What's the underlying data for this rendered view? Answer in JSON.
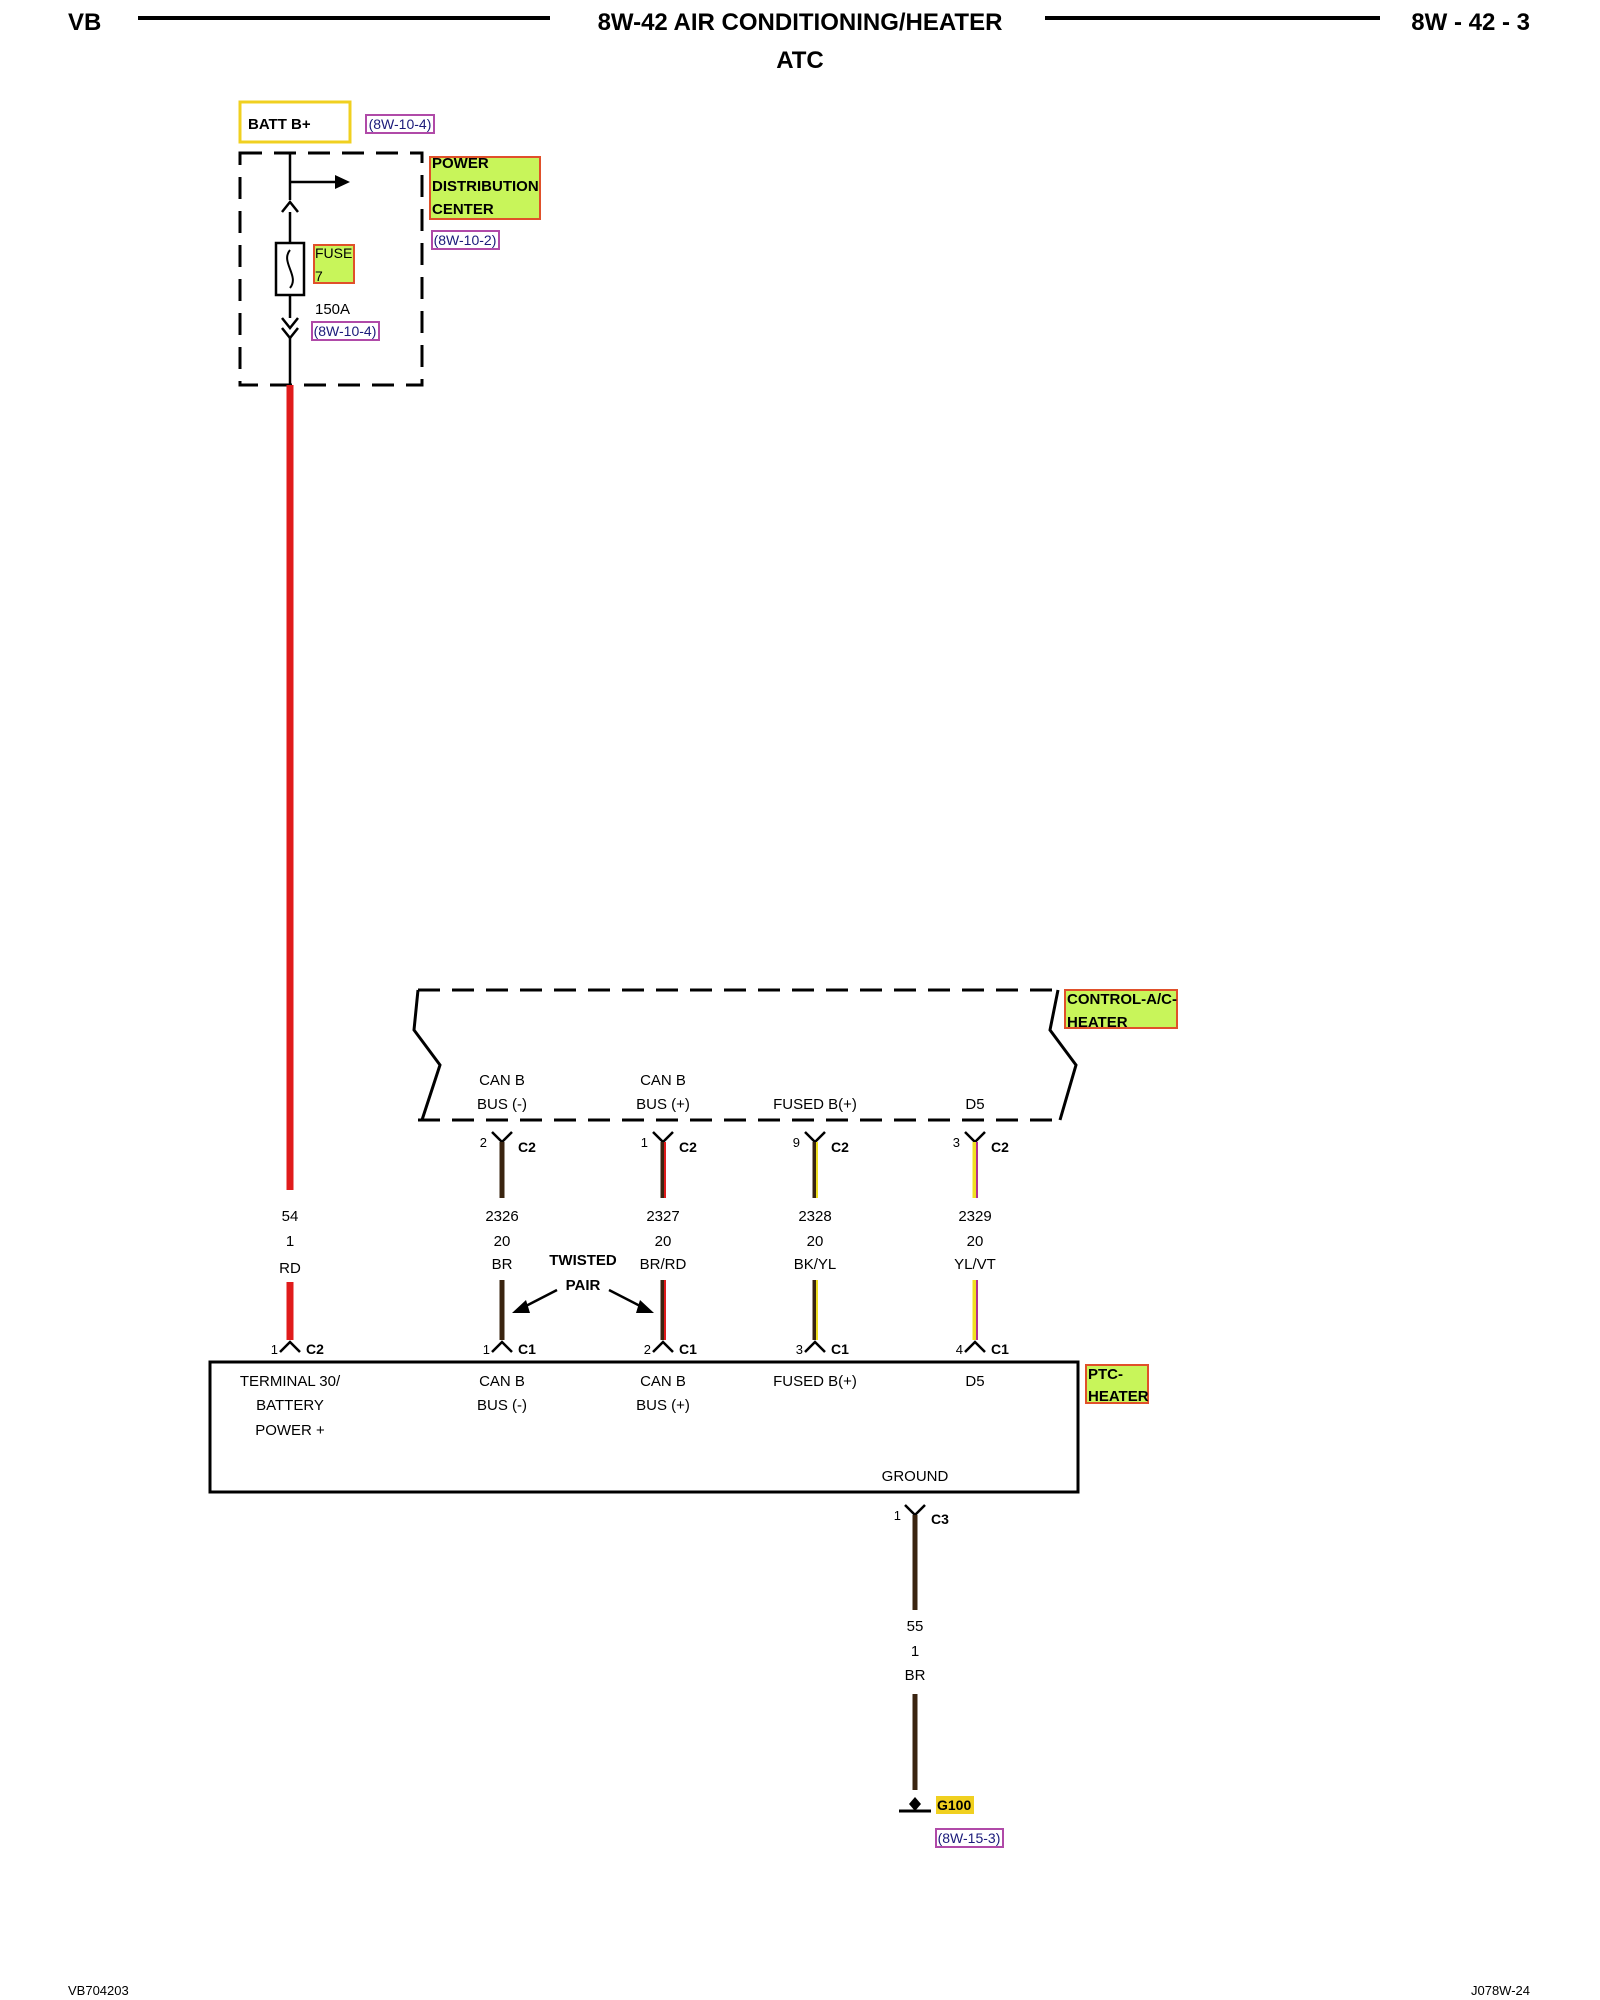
{
  "header": {
    "left": "VB",
    "title": "8W-42 AIR CONDITIONING/HEATER",
    "subtitle": "ATC",
    "right": "8W - 42 - 3"
  },
  "batt": {
    "label": "BATT B+",
    "ref": "(8W-10-4)"
  },
  "pdc": {
    "line1": "POWER",
    "line2": "DISTRIBUTION",
    "line3": "CENTER",
    "ref": "(8W-10-2)",
    "fuse_line1": "FUSE",
    "fuse_line2": "7",
    "fuse_rating": "150A",
    "fuse_ref": "(8W-10-4)"
  },
  "control": {
    "line1": "CONTROL-A/C-",
    "line2": "HEATER",
    "pins": [
      {
        "l1": "CAN B",
        "l2": "BUS (-)",
        "pin": "2",
        "conn": "C2"
      },
      {
        "l1": "CAN B",
        "l2": "BUS (+)",
        "pin": "1",
        "conn": "C2"
      },
      {
        "l1": "",
        "l2": "FUSED B(+)",
        "pin": "9",
        "conn": "C2"
      },
      {
        "l1": "",
        "l2": "D5",
        "pin": "3",
        "conn": "C2"
      }
    ]
  },
  "wires": [
    {
      "circuit": "54",
      "gauge": "1",
      "color": "RD"
    },
    {
      "circuit": "2326",
      "gauge": "20",
      "color": "BR"
    },
    {
      "circuit": "2327",
      "gauge": "20",
      "color": "BR/RD"
    },
    {
      "circuit": "2328",
      "gauge": "20",
      "color": "BK/YL"
    },
    {
      "circuit": "2329",
      "gauge": "20",
      "color": "YL/VT"
    }
  ],
  "twisted": {
    "line1": "TWISTED",
    "line2": "PAIR"
  },
  "ptc": {
    "line1": "PTC-",
    "line2": "HEATER",
    "pins": [
      {
        "pin": "1",
        "conn": "C2",
        "l1": "TERMINAL 30/",
        "l2": "BATTERY",
        "l3": "POWER +"
      },
      {
        "pin": "1",
        "conn": "C1",
        "l1": "CAN B",
        "l2": "BUS (-)",
        "l3": ""
      },
      {
        "pin": "2",
        "conn": "C1",
        "l1": "CAN B",
        "l2": "BUS (+)",
        "l3": ""
      },
      {
        "pin": "3",
        "conn": "C1",
        "l1": "FUSED B(+)",
        "l2": "",
        "l3": ""
      },
      {
        "pin": "4",
        "conn": "C1",
        "l1": "D5",
        "l2": "",
        "l3": ""
      }
    ],
    "ground_label": "GROUND",
    "ground_pin": "1",
    "ground_conn": "C3"
  },
  "ground_wire": {
    "circuit": "55",
    "gauge": "1",
    "color": "BR"
  },
  "ground": {
    "label": "G100",
    "ref": "(8W-15-3)"
  },
  "footer": {
    "left": "VB704203",
    "right": "J078W-24"
  },
  "colors": {
    "red": "#e01b1b",
    "brown": "#3a2410",
    "yellow": "#f0e020",
    "highlight_green": "#c8f55a",
    "highlight_border": "#e0502a",
    "ref_border": "#b04aa8"
  }
}
